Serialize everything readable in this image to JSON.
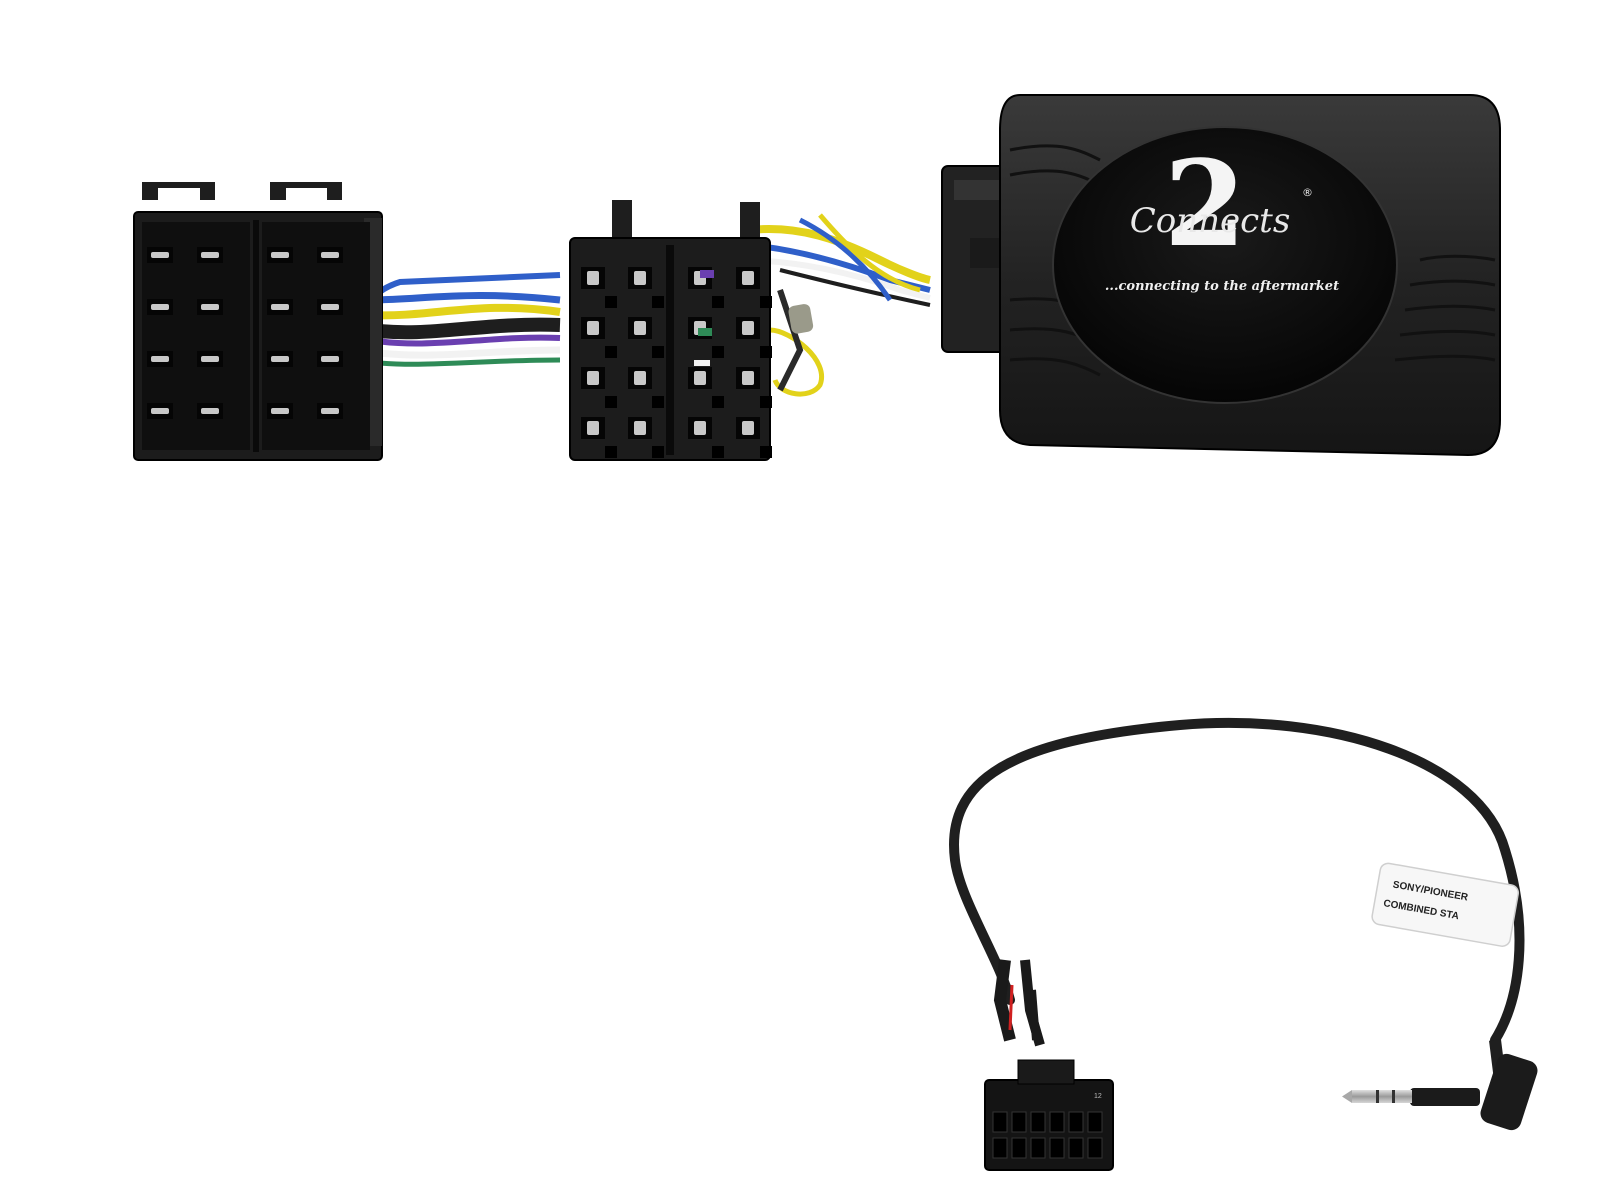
{
  "logo": {
    "two": "2",
    "script": "Connects",
    "registered": "®",
    "tagline": "...connecting to the aftermarket"
  },
  "cable_label": {
    "line1": "SONY/PIONEER",
    "line2": "COMBINED STA"
  },
  "plug_pin_label": "12",
  "colors": {
    "connector_body": "#1e1e1e",
    "module_body": "#2a2a2a",
    "wire_blue": "#2f5fc9",
    "wire_yellow": "#e2d21a",
    "wire_white": "#f2f2f2",
    "wire_green": "#2e8b57",
    "wire_purple": "#6a3fb0",
    "wire_red": "#d02020",
    "pin_metal": "#c8c8c8",
    "jack_metal": "#b9b9b9"
  }
}
